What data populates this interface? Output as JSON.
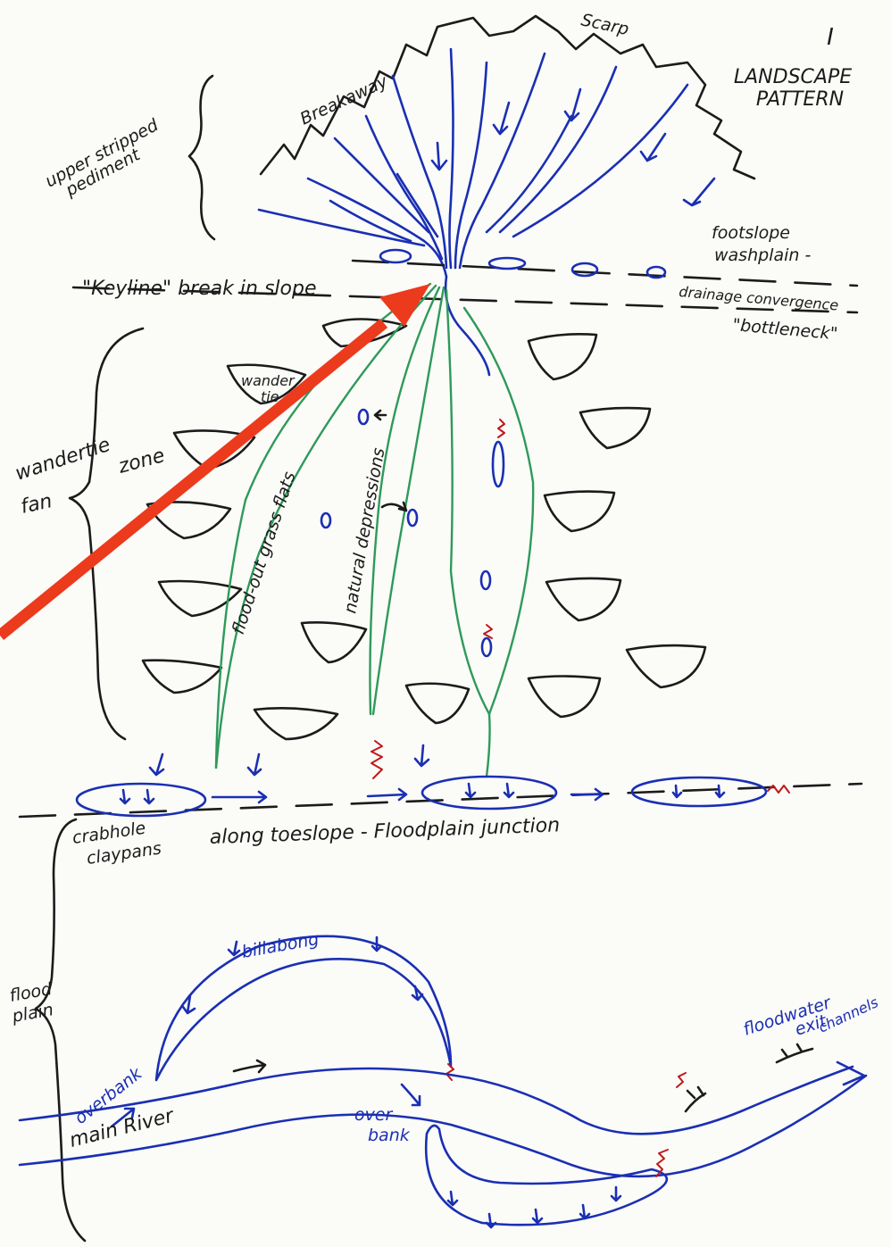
{
  "diagram": {
    "title_numeral": "I",
    "title_line1": "LANDSCAPE",
    "title_line2": "PATTERN",
    "labels": {
      "breakaway": "Breakaway",
      "scarp": "Scarp",
      "upper_pediment_line1": "upper stripped",
      "upper_pediment_line2": "pediment",
      "footslope_line1": "footslope",
      "footslope_line2": "washplain -",
      "keyline": "\"Keyline\" break in slope",
      "drainage_line1": "drainage convergence",
      "drainage_line2": "\"bottleneck\"",
      "wandertie": "wandertie",
      "fan": "fan",
      "zone": "zone",
      "wander_small_line1": "wander",
      "wander_small_line2": "tie",
      "flood_out": "flood-out grass flats",
      "natural_depressions": "natural depressions",
      "crabhole_line1": "crabhole",
      "crabhole_line2": "claypans",
      "toeslope": "along toeslope - Floodplain junction",
      "flood_plain_line1": "flood",
      "flood_plain_line2": "plain",
      "billabong": "billabong",
      "overbank": "overbank",
      "overbank2_line1": "over-",
      "overbank2_line2": "bank",
      "main_river": "main River",
      "floodwater_line1": "floodwater",
      "floodwater_line2": "exit",
      "floodwater_line3": "channels"
    },
    "colors": {
      "ink": "#1b1b1b",
      "water": "#1a2fb3",
      "vegetation": "#2e9a5a",
      "erosion": "#c01818",
      "pointer_arrow": "#ec3a1c",
      "paper": "#fbfbf8"
    }
  }
}
